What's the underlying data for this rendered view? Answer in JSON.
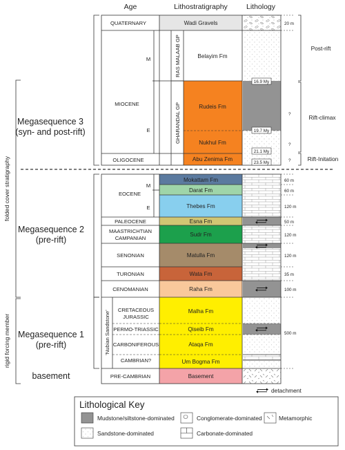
{
  "headers": {
    "age": "Age",
    "lithostratigraphy": "Lithostratigraphy",
    "lithology": "Lithology"
  },
  "ages": {
    "quaternary": "QUATERNARY",
    "miocene": "MIOCENE",
    "miocene_m": "M",
    "miocene_e": "E",
    "oligocene": "OLIGOCENE",
    "eocene": "EOCENE",
    "eocene_m": "M",
    "eocene_e": "E",
    "paleocene": "PALEOCENE",
    "maastrichtian": "MAASTRICHTIAN",
    "campanian": "CAMPANIAN",
    "senonian": "SENONIAN",
    "turonian": "TURONIAN",
    "cenomanian": "CENOMANIAN",
    "cretaceous": "CRETACEOUS",
    "jurassic": "JURASSIC",
    "permo_triassic": "PERMO-TRIASSIC",
    "carboniferous": "CARBONIFEROUS",
    "cambrian": "CAMBRIAN?",
    "precambrian": "PRE-CAMBRIAN"
  },
  "groups": {
    "ras_malaab": "RAS MALAAB GP",
    "gharandal": "GHARANDAL GP",
    "nubian": "'Nubian Sandstone'"
  },
  "formations": {
    "wadi_gravels": "Wadi Gravels",
    "belayim": "Belayim Fm",
    "rudeis": "Rudeis Fm",
    "nukhul": "Nukhul Fm",
    "abu_zenima": "Abu Zenima Fm",
    "mokattam": "Mokattam Fm",
    "darat": "Darat Fm",
    "thebes": "Thebes Fm",
    "esna": "Esna Fm",
    "sudr": "Sudr Fm",
    "matulla": "Matulla Fm",
    "wata": "Wata Fm",
    "raha": "Raha Fm",
    "malha": "Malha Fm",
    "qiseib": "Qiseib Fm",
    "ataqa": "Ataqa Fm",
    "um_bogma": "Um Bogma Fm",
    "basement": "Basement"
  },
  "dates": {
    "d169": "16.9 My",
    "d197": "19.7 My",
    "d211": "21.1 My",
    "d235": "23.5 My"
  },
  "thickness": {
    "t20": "20 m",
    "t60a": "60 m",
    "t60b": "60 m",
    "t120a": "120 m",
    "t50": "50 m",
    "t120b": "120 m",
    "t120c": "120 m",
    "t35": "35 m",
    "t100": "100 m",
    "t500": "500 m"
  },
  "uncertain": "?",
  "tectonic": {
    "post_rift": "Post-rift",
    "rift_climax": "Rift-climax",
    "rift_initiation": "Rift-Initation"
  },
  "megasequences": {
    "ms3_title": "Megasequence 3",
    "ms3_sub": "(syn- and post-rift)",
    "ms2_title": "Megasequence 2",
    "ms2_sub": "(pre-rift)",
    "ms1_title": "Megasequence 1",
    "ms1_sub": "(pre-rift)",
    "basement": "basement"
  },
  "side_labels": {
    "folded": "folded cover stratigraphy",
    "rigid": "rigid forcing member"
  },
  "detachment": "detachment",
  "key": {
    "title": "Lithological Key",
    "mudstone": "Mudstone/siltstone-dominated",
    "conglomerate": "Conglomerate-dominated",
    "metamorphic": "Metamorphic",
    "sandstone": "Sandstone-dominated",
    "carbonate": "Carbonate-dominated"
  },
  "colors": {
    "quaternary": "#e6e6e6",
    "rift_orange": "#f58220",
    "mokattam": "#5b7a9f",
    "darat": "#9fd5a9",
    "thebes": "#88cfee",
    "esna": "#d1c673",
    "sudr": "#1ca04c",
    "matulla": "#a58b6a",
    "wata": "#c8643a",
    "raha": "#f9c89b",
    "nubian_yellow": "#ffef00",
    "basement": "#f4a3a8",
    "mudstone": "#939393"
  }
}
